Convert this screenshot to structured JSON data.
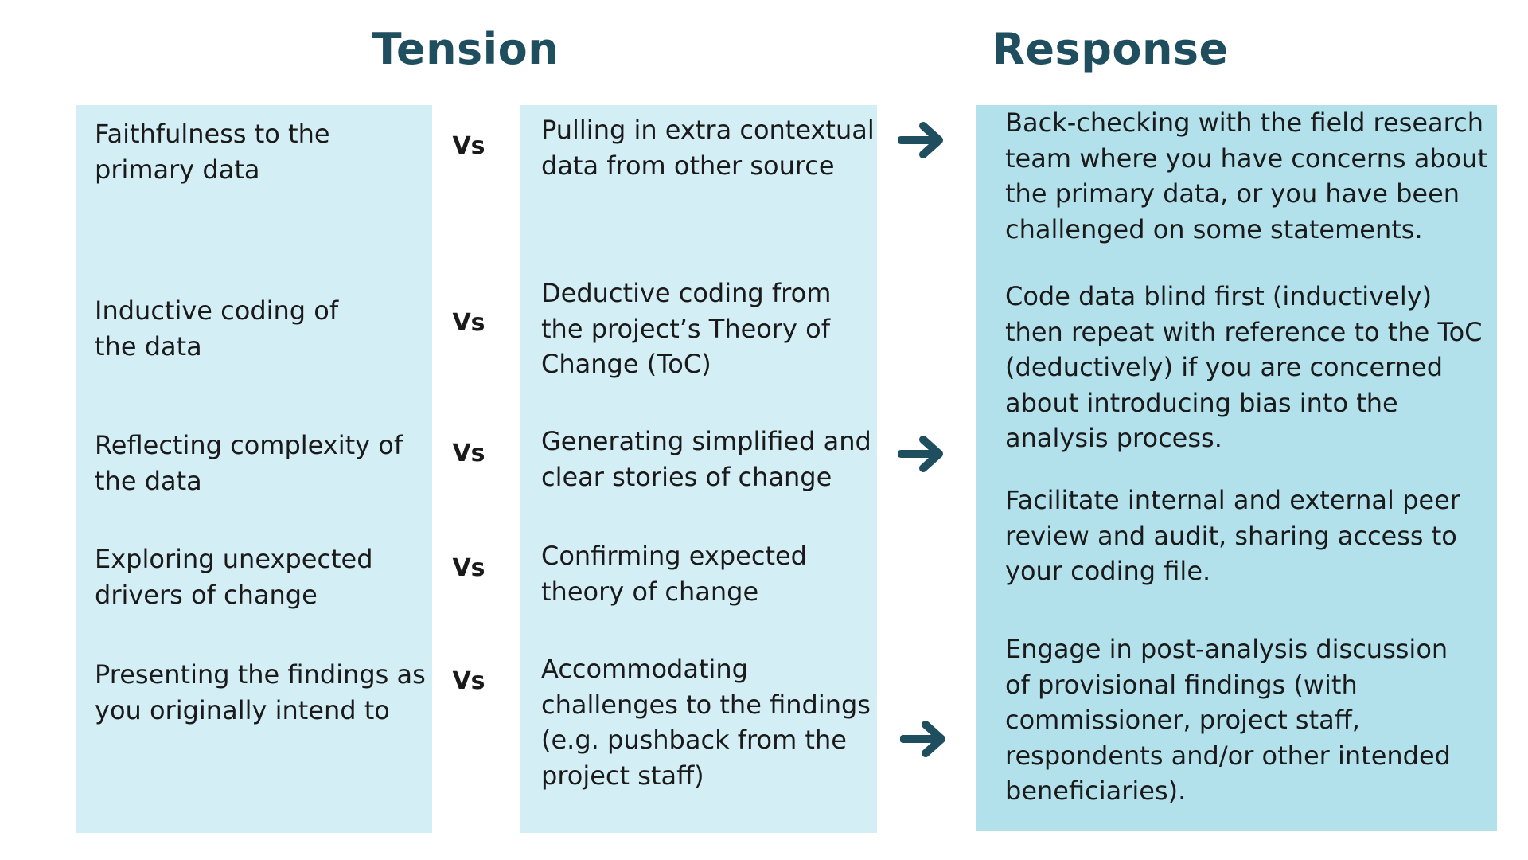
{
  "headings": {
    "tension": "Tension",
    "response": "Response"
  },
  "vs_label": "Vs",
  "rows": [
    {
      "tension": "Faithfulness to the\nprimary data",
      "counter": "Pulling in extra contextual\ndata from other source"
    },
    {
      "tension": "Inductive coding of\nthe data",
      "counter": "Deductive coding from\nthe project’s Theory of\nChange (ToC)"
    },
    {
      "tension": "Reflecting complexity of\nthe data",
      "counter": "Generating simplified and\nclear stories of change"
    },
    {
      "tension": "Exploring unexpected\ndrivers of change",
      "counter": "Confirming expected\ntheory of change"
    },
    {
      "tension": "Presenting the findings as\nyou originally intend to",
      "counter": "Accommodating\nchallenges to the findings\n(e.g. pushback from the\nproject staff)"
    }
  ],
  "responses": [
    "Back-checking with the field research\nteam where you have concerns about\nthe primary data, or you have been\nchallenged on some statements.",
    "Code data blind first (inductively)\nthen repeat with reference to the ToC\n(deductively) if you are concerned\nabout introducing bias into the\nanalysis process.",
    "Facilitate internal and external peer\nreview and audit, sharing access to\nyour coding file.",
    "Engage in post-analysis discussion\nof provisional findings (with\ncommissioner, project staff,\nrespondents and/or other intended\nbeneficiaries)."
  ],
  "colors": {
    "heading": "#1f4e5f",
    "arrow": "#1f4e5f",
    "tension_panel": "#d4eef5",
    "response_panel": "#b2e1ec"
  }
}
